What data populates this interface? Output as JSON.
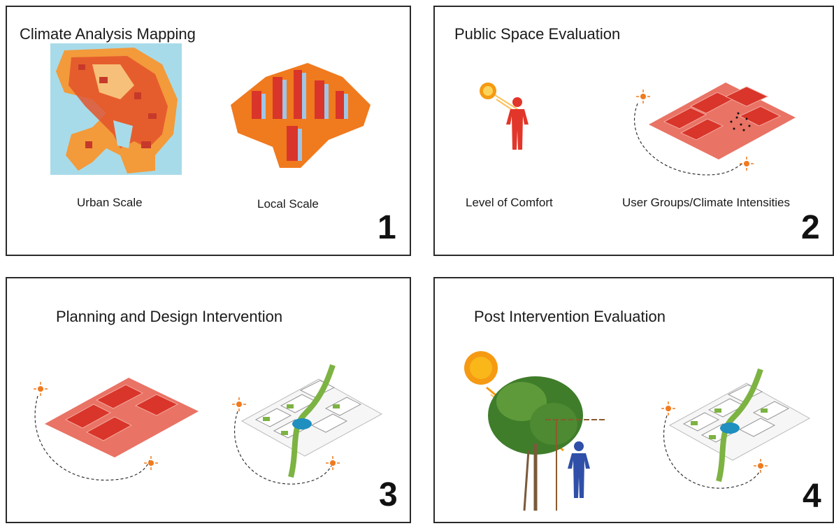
{
  "panels": [
    {
      "title": "Climate Analysis Mapping",
      "number": "1",
      "captions": [
        "Urban Scale",
        "Local Scale"
      ]
    },
    {
      "title": "Public Space Evaluation",
      "number": "2",
      "captions": [
        "Level of Comfort",
        "User Groups/Climate Intensities"
      ]
    },
    {
      "title": "Planning and Design Intervention",
      "number": "3",
      "captions": []
    },
    {
      "title": "Post Intervention Evaluation",
      "number": "4",
      "captions": []
    }
  ],
  "colors": {
    "heat_red": "#d9352a",
    "heat_orange": "#f07a1e",
    "water_blue": "#9fd4e6",
    "green": "#7cb342",
    "sun": "#f59a12",
    "person_red": "#e2362a",
    "person_blue": "#2f4fa8"
  },
  "icons": [
    "urban-heat-map-icon",
    "local-3d-heat-map-icon",
    "sun-icon",
    "person-icon",
    "block-grid-icon",
    "green-plan-icon",
    "tree-icon"
  ]
}
